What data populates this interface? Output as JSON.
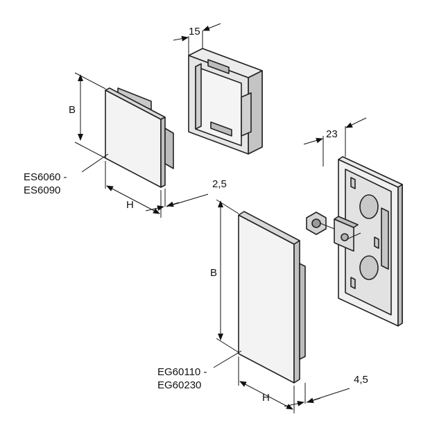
{
  "colors": {
    "face_light": "#f2f2f2",
    "face_mid": "#d6d6d6",
    "face_dark": "#b8b8b8",
    "line": "#222222"
  },
  "labels": {
    "dim_15": "15",
    "dim_23": "23",
    "dim_b_small": "B",
    "dim_b_large": "B",
    "dim_h_small": "H",
    "dim_h_large": "H",
    "dim_2_5": "2,5",
    "dim_4_5": "4,5",
    "es_line1": "ES6060 -",
    "es_line2": "ES6090",
    "eg_line1": "EG60110 -",
    "eg_line2": "EG60230"
  }
}
